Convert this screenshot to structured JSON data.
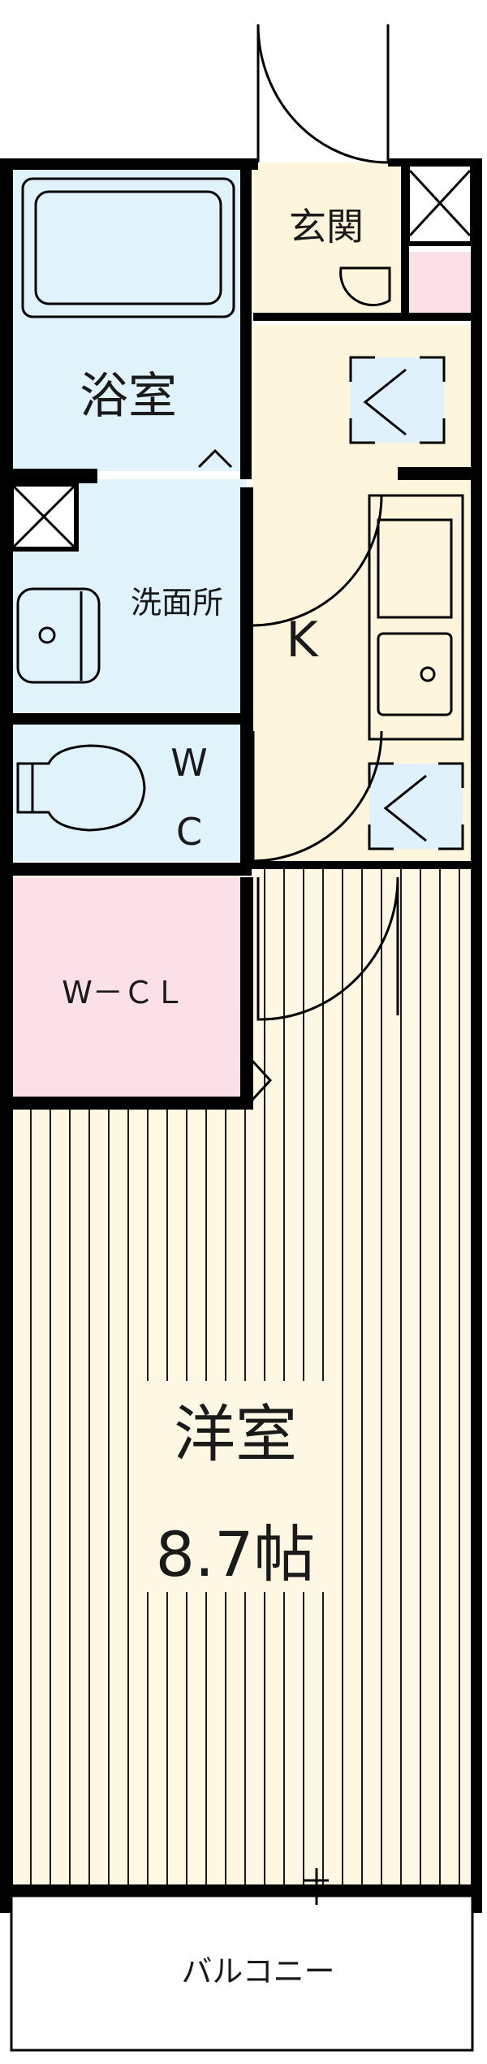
{
  "rooms": {
    "entrance": "玄関",
    "bath": "浴室",
    "washroom": "洗面所",
    "kitchen": "K",
    "toilet_w": "W",
    "toilet_c": "C",
    "closet": "W－ＣＬ",
    "western_room": "洋室",
    "western_room_size": "8.7帖",
    "balcony": "バルコニー"
  },
  "colors": {
    "bath_fill": "#e0f3fb",
    "kitchen_fill": "#fdf5dc",
    "closet_fill": "#fbe0e8",
    "room_fill": "#fdf7e3",
    "floor_stripe": "#1a1a1a",
    "wall": "#000000"
  }
}
